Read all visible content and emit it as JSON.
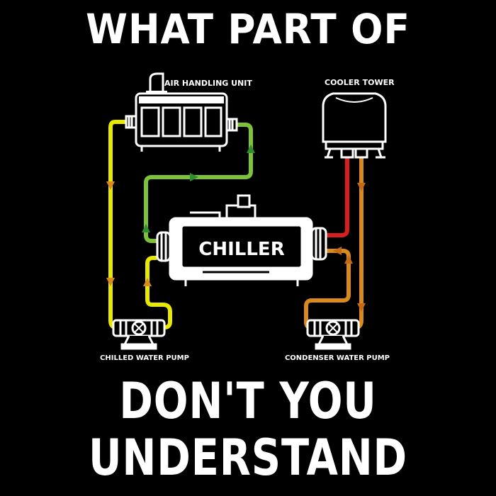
{
  "header": {
    "title": "WHAT PART OF"
  },
  "footer": {
    "line1": "DON'T YOU",
    "line2": "UNDERSTAND"
  },
  "labels": {
    "ahu": "AIR HANDLING UNIT",
    "cooler_tower": "COOLER TOWER",
    "chiller": "CHILLER",
    "chilled_pump": "CHILLED WATER PUMP",
    "condenser_pump": "CONDENSER WATER PUMP"
  },
  "colors": {
    "background": "#000000",
    "foreground": "#ffffff",
    "chilled_supply": "#e8e800",
    "chilled_return": "#7cc33a",
    "condenser_hot": "#d81e1e",
    "condenser_cool": "#d98a1c",
    "arrow_green": "#2f8f2f",
    "arrow_orange": "#c46a12"
  }
}
